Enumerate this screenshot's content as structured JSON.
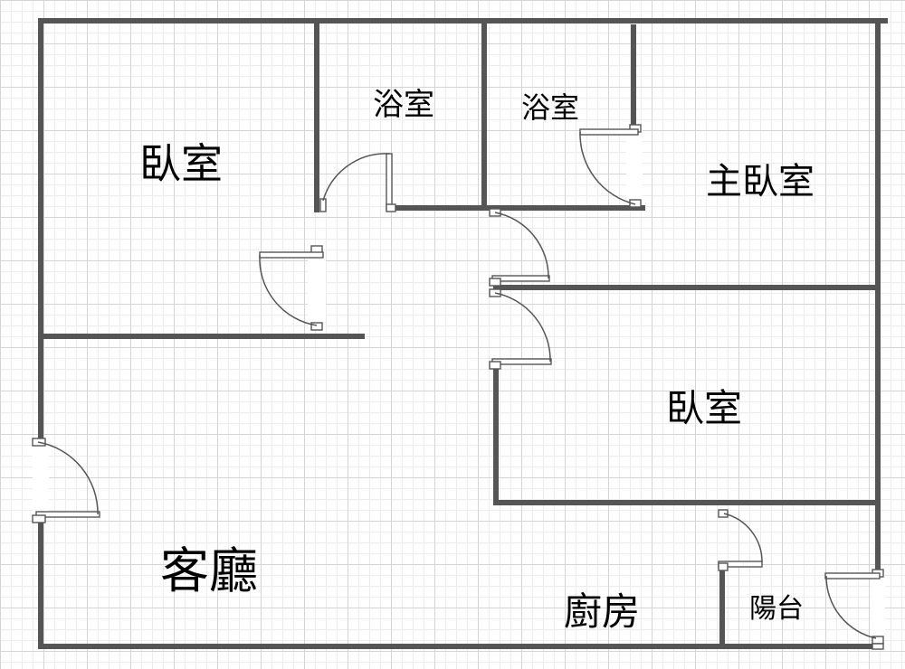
{
  "rooms": {
    "bedroom_nw": "臥室",
    "bathroom_1": "浴室",
    "bathroom_2": "浴室",
    "master_bedroom": "主臥室",
    "bedroom_e": "臥室",
    "living_room": "客廳",
    "kitchen": "廚房",
    "balcony": "陽台"
  },
  "colors": {
    "wall": "#555555",
    "grid_major": "#d4d4d4",
    "grid_minor": "#ececec",
    "label": "#000000"
  }
}
